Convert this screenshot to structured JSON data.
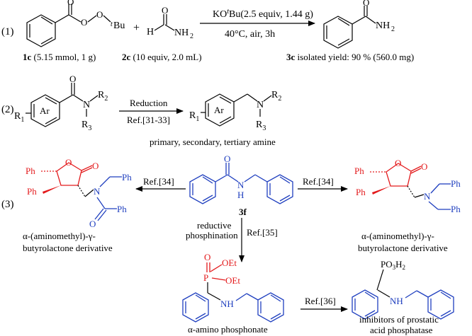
{
  "colors": {
    "red": "#e31a1c",
    "blue": "#1f3fbf",
    "black": "#000000"
  },
  "eq1": {
    "num": "(1)",
    "r1_sub": "Bu",
    "r1_t": "t",
    "plus": "+",
    "r2_H": "H",
    "r2_O": "O",
    "r2_NH2": "NH",
    "cond_top": "KO",
    "cond_top_t": "t",
    "cond_top_rest": "Bu(2.5 equiv, 1.44 g)",
    "cond_bottom": "40°C, air, 3h",
    "prod_O": "O",
    "prod_NH2": "NH",
    "lab1_bold": "1c",
    "lab1_rest": " (5.15 mmol, 1 g)",
    "lab2_bold": "2c",
    "lab2_rest": " (10 equiv, 2.0 mL)",
    "lab3_bold": "3c",
    "lab3_rest": " isolated yield:  90 % (560.0 mg)",
    "sub2": "2"
  },
  "eq2": {
    "num": "(2)",
    "Ar": "Ar",
    "R1": "R",
    "sub1": "1",
    "O": "O",
    "N": "N",
    "R2": "R",
    "sub2": "2",
    "R3": "R",
    "sub3": "3",
    "arrow_top": "Reduction",
    "arrow_bottom": "Ref.[31-33]",
    "caption": "primary, secondary, tertiary amine"
  },
  "eq3": {
    "num": "(3)",
    "Ph": "Ph",
    "O": "O",
    "N": "N",
    "H": "H",
    "ref34": "Ref.[34]",
    "ref35": "Ref.[35]",
    "ref36": "Ref.[36]",
    "center_label": "3f",
    "reductive": "reductive",
    "phosphination": "phosphination",
    "left_cap1": "α-(aminomethyl)-γ-",
    "left_cap2": "butyrolactone derivative",
    "right_cap1": "α-(aminomethyl)-γ-",
    "right_cap2": "butyrolactone derivative",
    "P": "P",
    "OEt": "OEt",
    "NH": "NH",
    "amino_phos": "α-amino phosphonate",
    "PO3H": "PO",
    "PO3H_sub": "3",
    "PO3H_H": "H",
    "PO3H_sub2": "2",
    "inhib1": "inhibitors of prostatic",
    "inhib2": "acid phosphatase"
  }
}
